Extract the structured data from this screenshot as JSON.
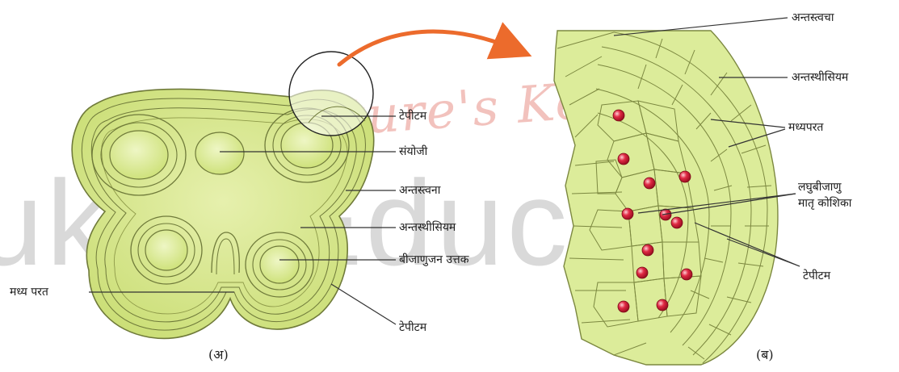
{
  "watermark": {
    "script_text": "Future's Key",
    "big_text": "ukey Educatio",
    "script_color": "#f0b3ae",
    "big_color": "#d4d4d4"
  },
  "panel_a": {
    "caption": "(अ)",
    "labels": {
      "tapetum_top": "टेपीटम",
      "connective": "संयोजी",
      "epidermis": "अन्तस्त्वना",
      "endothecium": "अन्तस्थीसियम",
      "sporogenous": "बीजाणुजन उत्तक",
      "middle_layer": "मध्य परत",
      "tapetum_bottom": "टेपीटम"
    }
  },
  "panel_b": {
    "caption": "(ब)",
    "labels": {
      "epidermis": "अन्तस्त्वचा",
      "endothecium": "अन्तस्थीसियम",
      "middle_layer": "मध्यपरत",
      "microspore_mother_line1": "लघुबीजाणु",
      "microspore_mother_line2": "मातृ कोशिका",
      "tapetum": "टेपीटम"
    }
  },
  "colors": {
    "tissue_fill": "#d6e98a",
    "tissue_light": "#e6f1a8",
    "tissue_dark": "#a9c24c",
    "outline": "#6f7a3a",
    "cell_fill": "#dcec9a",
    "nucleus": "#d8203a",
    "arrow": "#ec6b2c",
    "leader": "#333333"
  }
}
